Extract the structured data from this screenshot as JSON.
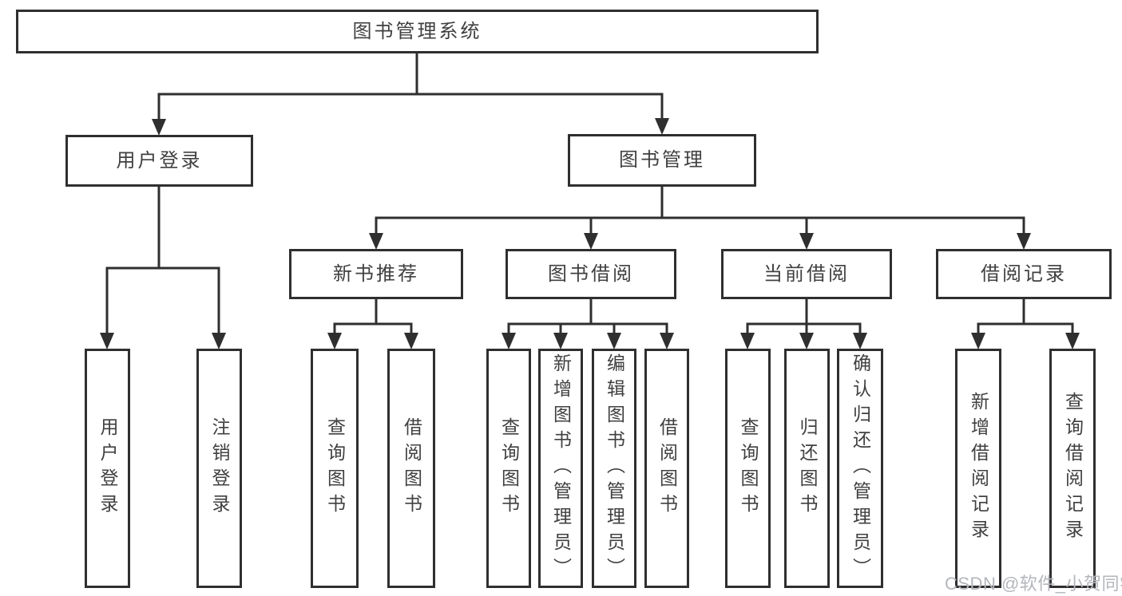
{
  "diagram": {
    "root": {
      "label": "图书管理系统"
    },
    "branches": [
      {
        "label": "用户登录",
        "children": [
          {
            "label": "用户登录"
          },
          {
            "label": "注销登录"
          }
        ]
      },
      {
        "label": "图书管理",
        "children": [
          {
            "label": "新书推荐",
            "children": [
              {
                "label": "查询图书"
              },
              {
                "label": "借阅图书"
              }
            ]
          },
          {
            "label": "图书借阅",
            "children": [
              {
                "label": "查询图书"
              },
              {
                "label": "新增图书（管理员）"
              },
              {
                "label": "编辑图书（管理员）"
              },
              {
                "label": "借阅图书"
              }
            ]
          },
          {
            "label": "当前借阅",
            "children": [
              {
                "label": "查询图书"
              },
              {
                "label": "归还图书"
              },
              {
                "label": "确认归还（管理员）"
              }
            ]
          },
          {
            "label": "借阅记录",
            "children": [
              {
                "label": "新增借阅记录"
              },
              {
                "label": "查询借阅记录"
              }
            ]
          }
        ]
      }
    ]
  },
  "watermark": {
    "text": "CSDN @软件_小贺同学"
  },
  "colors": {
    "line": "#2f2f2f",
    "box_border": "#2f2f2f",
    "text": "#404040",
    "watermark": "#b3b6bb",
    "background": "#ffffff"
  }
}
